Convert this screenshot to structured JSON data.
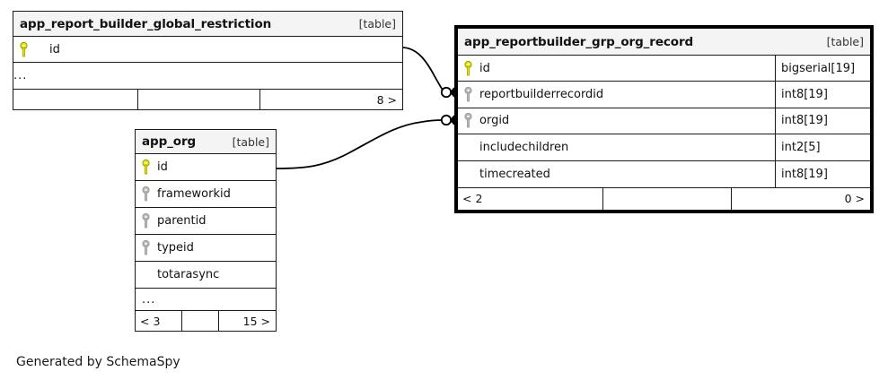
{
  "diagram": {
    "generator_note": "Generated by SchemaSpy",
    "kind_label": "[table]",
    "ellipsis": "...",
    "colors": {
      "primary_key": "#e8e800",
      "foreign_key": "#b0b0b0",
      "border": "#1a1a1a",
      "header_fill": "#f4f4f4",
      "background": "#ffffff"
    }
  },
  "tables": [
    {
      "id": "global-restriction",
      "name": "app_report_builder_global_restriction",
      "kind": "[table]",
      "focused": false,
      "columns": [
        {
          "name": "id",
          "type": "",
          "key": "primary-key"
        }
      ],
      "has_ellipsis_row": true,
      "footer": {
        "left": "",
        "mid": "",
        "right": "8 >"
      }
    },
    {
      "id": "app-org",
      "name": "app_org",
      "kind": "[table]",
      "focused": false,
      "columns": [
        {
          "name": "id",
          "type": "",
          "key": "primary-key"
        },
        {
          "name": "frameworkid",
          "type": "",
          "key": "foreign-key"
        },
        {
          "name": "parentid",
          "type": "",
          "key": "foreign-key"
        },
        {
          "name": "typeid",
          "type": "",
          "key": "foreign-key"
        },
        {
          "name": "totarasync",
          "type": "",
          "key": "none"
        }
      ],
      "has_ellipsis_row": true,
      "footer": {
        "left": "< 3",
        "mid": "",
        "right": "15 >"
      }
    },
    {
      "id": "grp-org-record",
      "name": "app_reportbuilder_grp_org_record",
      "kind": "[table]",
      "focused": true,
      "columns": [
        {
          "name": "id",
          "type": "bigserial[19]",
          "key": "primary-key"
        },
        {
          "name": "reportbuilderrecordid",
          "type": "int8[19]",
          "key": "foreign-key"
        },
        {
          "name": "orgid",
          "type": "int8[19]",
          "key": "foreign-key"
        },
        {
          "name": "includechildren",
          "type": "int2[5]",
          "key": "none"
        },
        {
          "name": "timecreated",
          "type": "int8[19]",
          "key": "none"
        }
      ],
      "has_ellipsis_row": false,
      "footer": {
        "left": "< 2",
        "mid": "",
        "right": "0 >"
      }
    }
  ],
  "relationships": [
    {
      "id": "rel-restriction-to-record",
      "from_table": "app_report_builder_global_restriction",
      "from_column": "id",
      "to_table": "app_reportbuilder_grp_org_record",
      "to_column": "reportbuilderrecordid",
      "optional": true
    },
    {
      "id": "rel-org-to-record",
      "from_table": "app_org",
      "from_column": "id",
      "to_table": "app_reportbuilder_grp_org_record",
      "to_column": "orgid",
      "optional": true
    }
  ]
}
